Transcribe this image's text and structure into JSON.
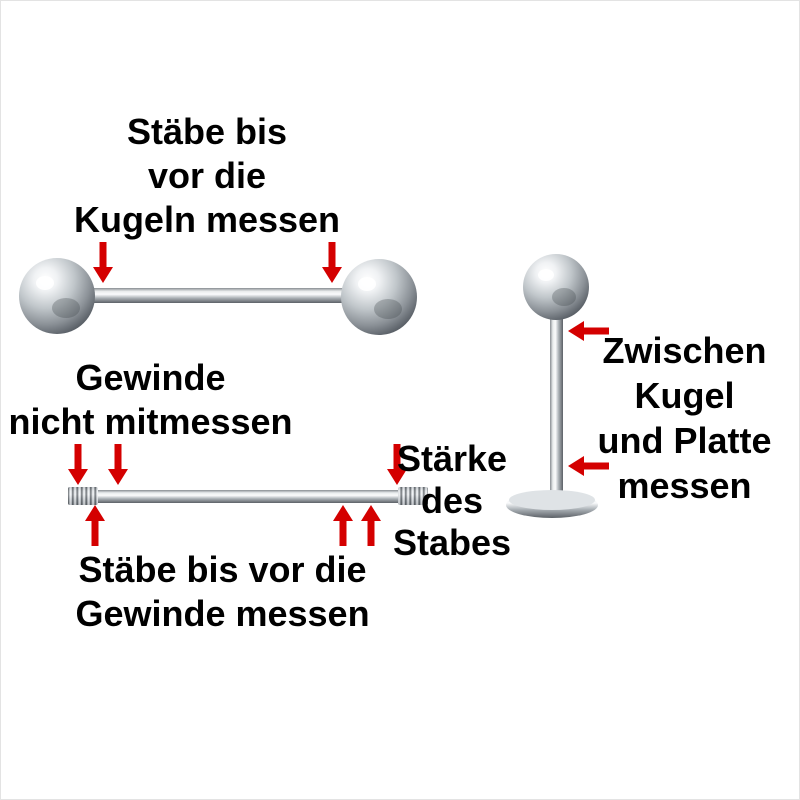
{
  "colors": {
    "arrow": "#d40000",
    "text": "#000000",
    "background": "#ffffff"
  },
  "labels": {
    "kugeln_messen": {
      "lines": [
        "Stäbe bis",
        "vor die",
        "Kugeln messen"
      ]
    },
    "gewinde_nicht_mitmessen": {
      "lines": [
        "Gewinde",
        "nicht mitmessen"
      ]
    },
    "staerke_des_stabes": {
      "lines": [
        "Stärke",
        "des",
        "Stabes"
      ]
    },
    "gewinde_messen": {
      "lines": [
        "Stäbe bis vor die",
        "Gewinde messen"
      ]
    },
    "zwischen_kugel_und_platte": {
      "lines": [
        "Zwischen",
        "Kugel",
        "und Platte",
        "messen"
      ]
    }
  }
}
